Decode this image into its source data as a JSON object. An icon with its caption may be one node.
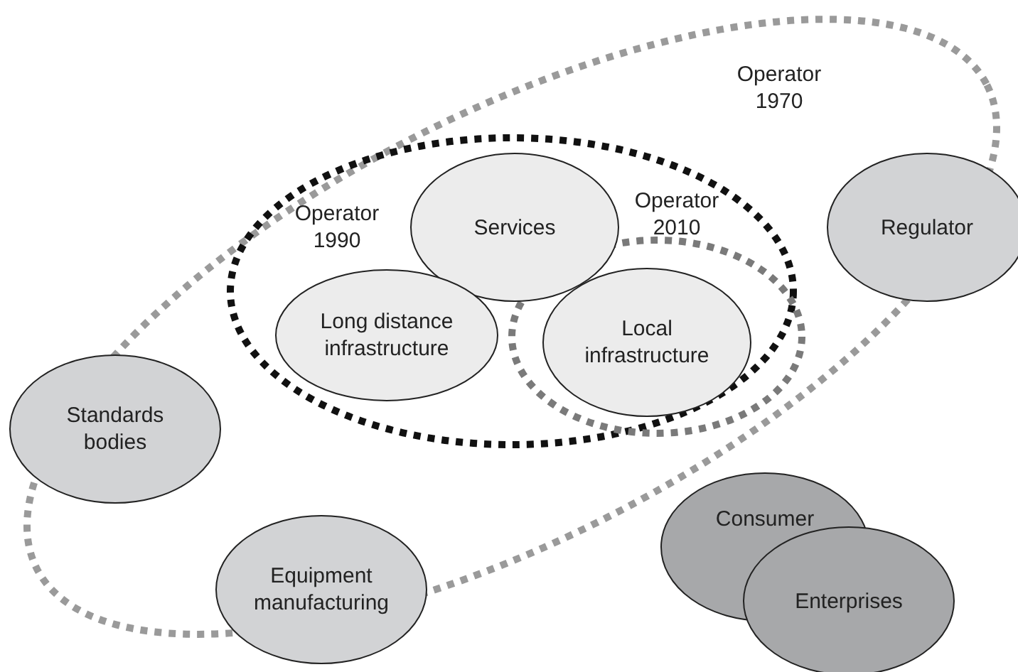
{
  "diagram": {
    "nodes": [
      {
        "text": [
          "Operator 1970"
        ]
      },
      {
        "text": [
          "Operator 1990"
        ],
        "in": 0
      },
      {
        "text": [
          "Operator 2010"
        ],
        "in": 1
      },
      {
        "text": [
          "Services"
        ],
        "in": 1
      },
      {
        "text": [
          "Long distance infrastructure"
        ],
        "in": 1
      },
      {
        "text": [
          "Local infrastructure"
        ],
        "in": 2
      },
      {
        "text": [
          "Regulator"
        ]
      },
      {
        "text": [
          "Standards bodies"
        ]
      },
      {
        "text": [
          "Equipment manufacturing"
        ]
      },
      {
        "text": [
          "Consumer"
        ]
      },
      {
        "text": [
          "Enterprises"
        ]
      }
    ]
  }
}
